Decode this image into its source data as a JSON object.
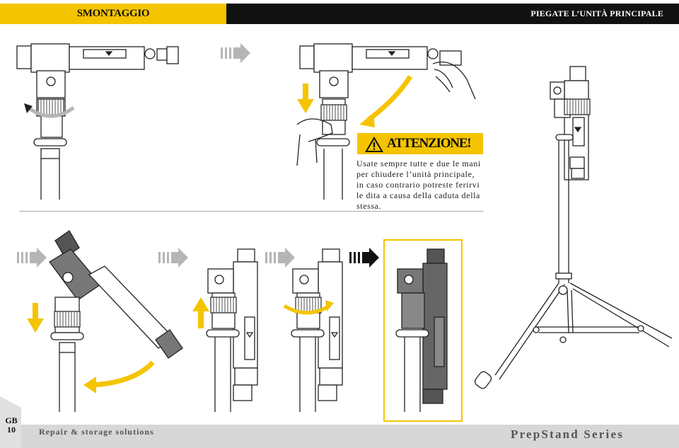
{
  "header": {
    "left_title": "SMONTAGGIO",
    "right_title": "PIEGATE L’UNITÀ PRINCIPALE"
  },
  "warning": {
    "title": "ATTENZIONE!",
    "lines": [
      "Usate sempre tutte e due le mani",
      "per chiudere l’unità principale,",
      "in caso contrario potreste ferirvi",
      "le dita a causa della caduta della",
      "stessa."
    ]
  },
  "footer": {
    "tab_lang": "GB",
    "tab_page": "10",
    "left_text": "Repair & storage solutions",
    "right_text": "PrepStand Series"
  },
  "colors": {
    "accent_yellow": "#f5c400",
    "header_dark": "#111111",
    "footer_gray": "#d7d7d7",
    "arrow_gray": "#b5b5b5",
    "dark_part": "#555555"
  },
  "icons": [
    "warning-triangle-icon",
    "step-arrow-icon",
    "rotate-arrow-icon",
    "down-arrow-icon",
    "curved-arrow-icon"
  ]
}
